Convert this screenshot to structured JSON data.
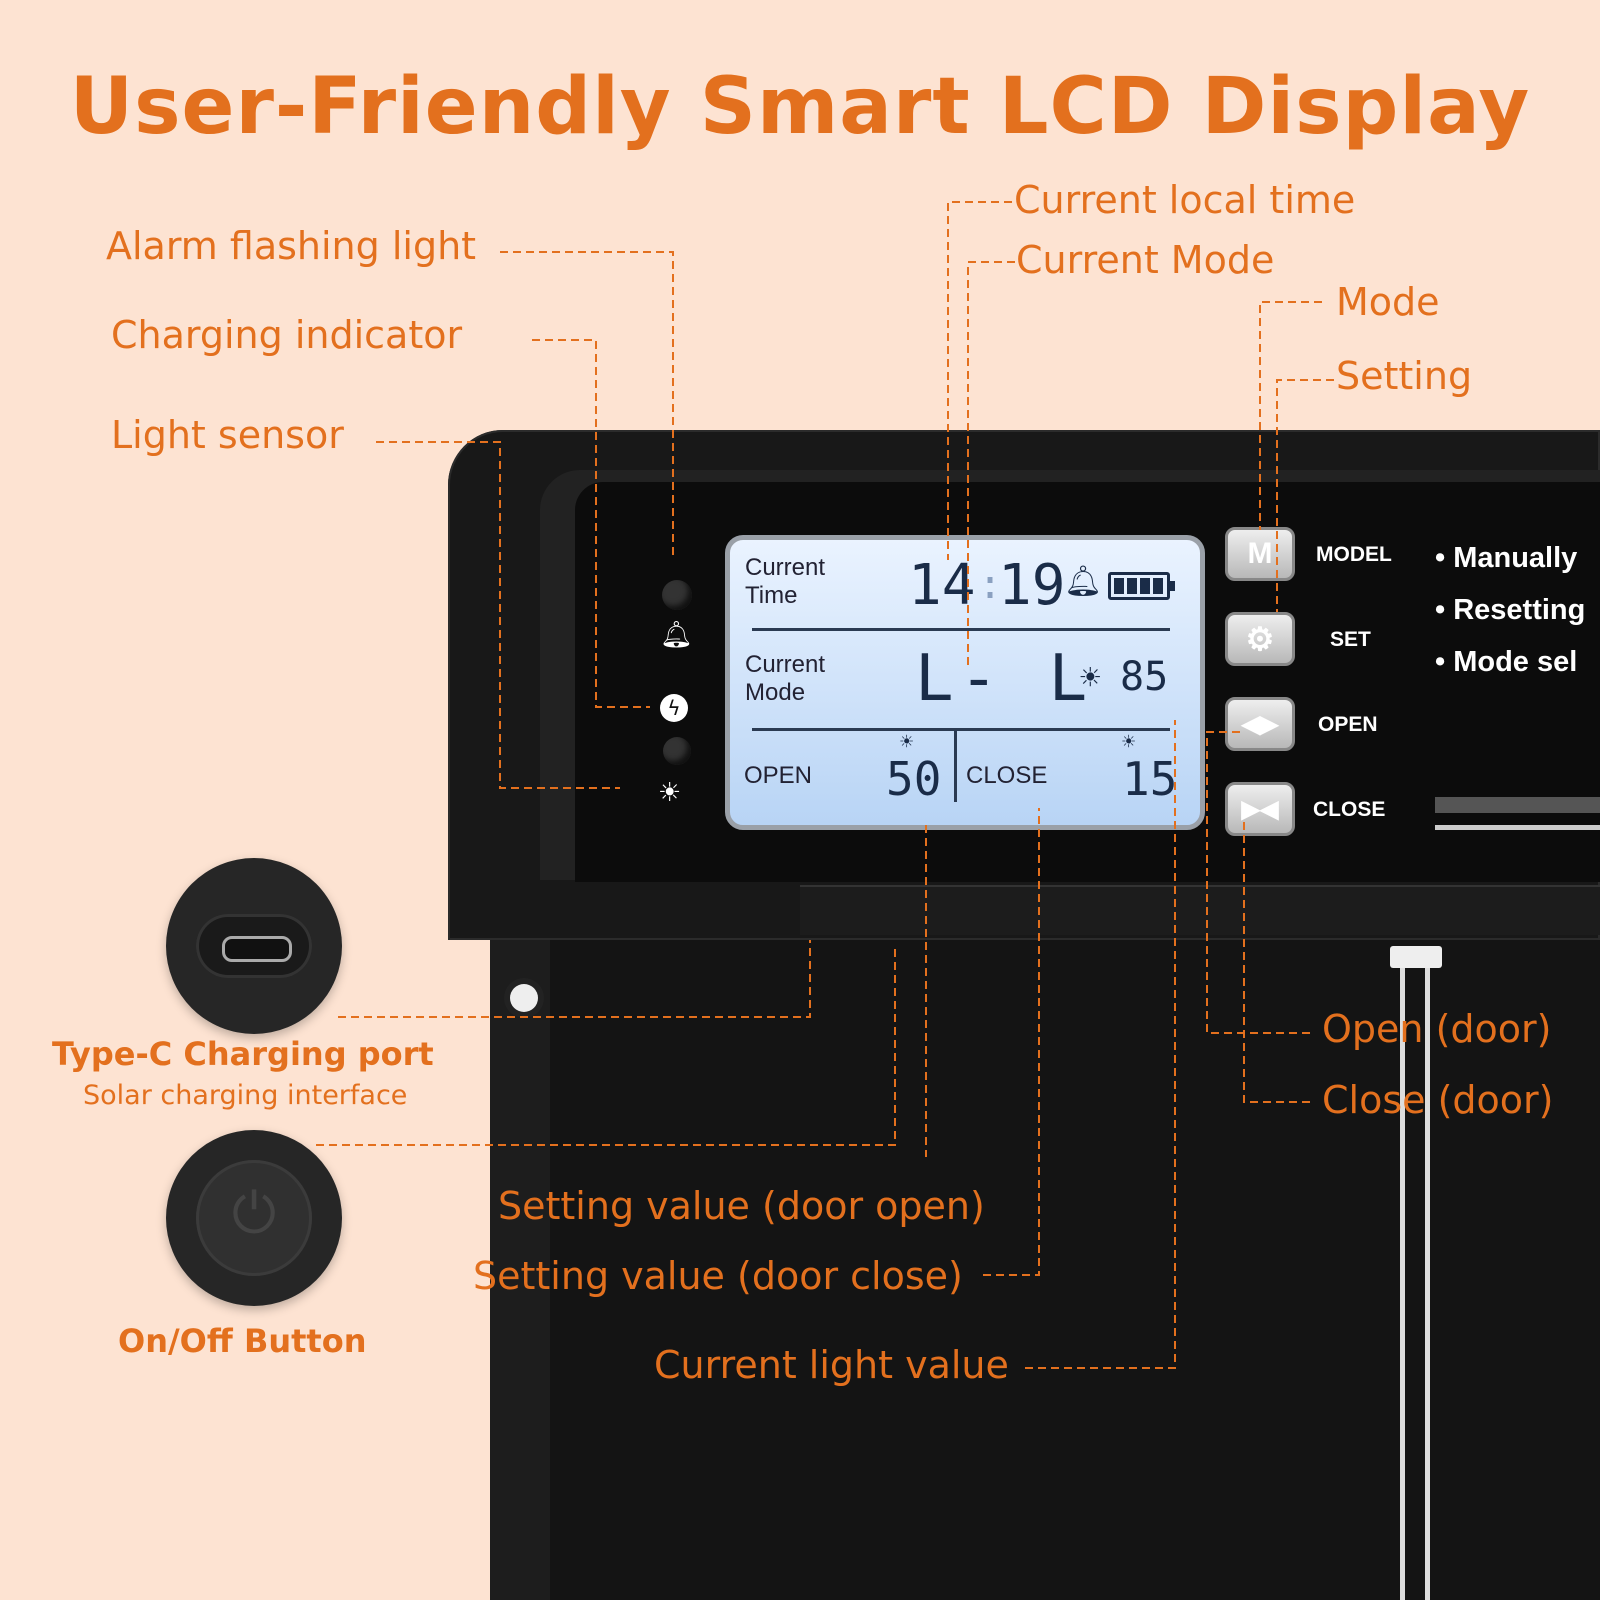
{
  "title": "User-Friendly Smart LCD Display",
  "callouts": {
    "alarm": "Alarm flashing light",
    "charging": "Charging indicator",
    "light_sensor": "Light sensor",
    "local_time": "Current local time",
    "current_mode": "Current Mode",
    "mode": "Mode",
    "setting": "Setting",
    "type_c": "Type-C Charging port",
    "solar": "Solar charging interface",
    "onoff": "On/Off Button",
    "open_door": "Open (door)",
    "close_door": "Close (door)",
    "set_open": "Setting value (door open)",
    "set_close": "Setting value (door close)",
    "light_value": "Current light value"
  },
  "lcd": {
    "time_label": "Current\nTime",
    "time_hour": "14",
    "time_min": "19",
    "mode_label": "Current\nMode",
    "mode_value": "L- L",
    "light_value": "85",
    "open_label": "OPEN",
    "open_value": "50",
    "close_label": "CLOSE",
    "close_value": "15"
  },
  "buttons": {
    "model_icon": "M",
    "model": "MODEL",
    "set": "SET",
    "open": "OPEN",
    "close": "CLOSE"
  },
  "bullets": [
    "Manually",
    "Resetting",
    "Mode sel"
  ],
  "colors": {
    "accent": "#e3701e",
    "background": "#fde3d2",
    "lcd": "#c9def7"
  }
}
